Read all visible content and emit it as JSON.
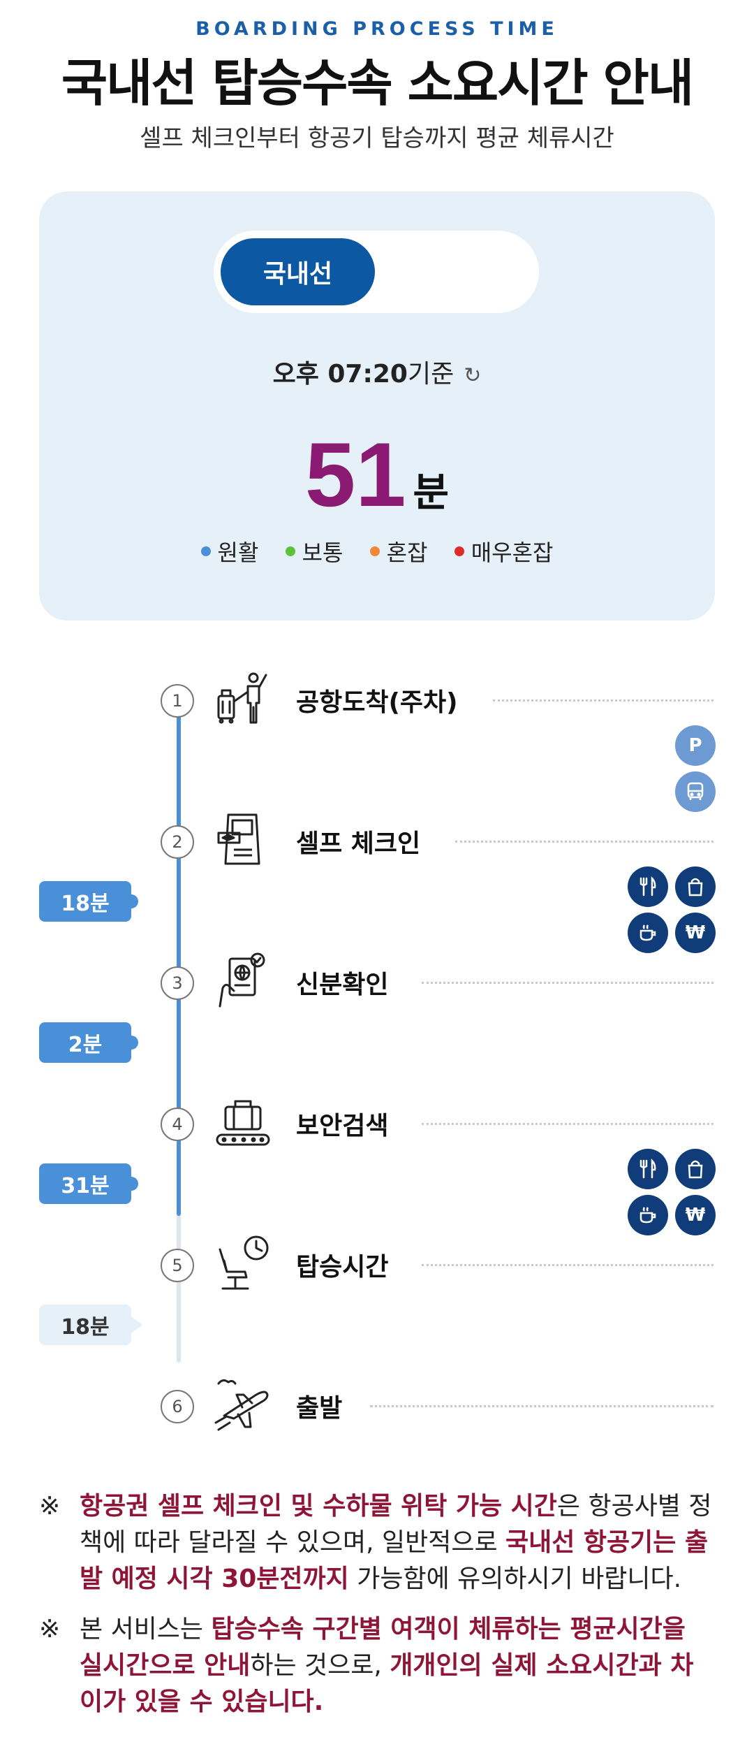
{
  "header": {
    "eyebrow": "BOARDING PROCESS TIME",
    "title": "국내선 탑승수속 소요시간 안내",
    "subtitle": "셀프 체크인부터 항공기 탑승까지 평균 체류시간"
  },
  "card": {
    "tab_domestic": "국내선",
    "basis_time": "오후 07:20",
    "basis_suffix": "기준",
    "refresh_icon": "↻",
    "total_value": "51",
    "total_unit": "분",
    "legend": [
      {
        "label": "원활",
        "color": "#4a90d9"
      },
      {
        "label": "보통",
        "color": "#5cc23a"
      },
      {
        "label": "혼잡",
        "color": "#f0883a"
      },
      {
        "label": "매우혼잡",
        "color": "#e02b2b"
      }
    ]
  },
  "steps": [
    {
      "num": "1",
      "label": "공항도착(주차)",
      "icon": "traveler-luggage-icon"
    },
    {
      "num": "2",
      "label": "셀프 체크인",
      "icon": "kiosk-icon"
    },
    {
      "num": "3",
      "label": "신분확인",
      "icon": "id-check-icon"
    },
    {
      "num": "4",
      "label": "보안검색",
      "icon": "security-scanner-icon"
    },
    {
      "num": "5",
      "label": "탑승시간",
      "icon": "seat-clock-icon"
    },
    {
      "num": "6",
      "label": "출발",
      "icon": "airplane-departure-icon"
    }
  ],
  "durations": [
    "18분",
    "2분",
    "31분",
    "18분"
  ],
  "facility_icons": {
    "parking": "P",
    "bus": "bus-icon",
    "restaurant": "restaurant-icon",
    "shopping": "shopping-bag-icon",
    "cafe": "cafe-icon",
    "currency": "₩"
  },
  "notes": {
    "mark": "※",
    "n1_hl1": "항공권 셀프 체크인 및 수하물 위탁 가능 시간",
    "n1_t1": "은 항공사별 정책에 따라 달라질 수 있으며, 일반적으로 ",
    "n1_hl2": "국내선 항공기는 출발 예정 시각 30분전까지",
    "n1_t2": " 가능함에 유의하시기 바랍니다.",
    "n2_t1": "본 서비스는 ",
    "n2_hl1": "탑승수속 구간별 여객이 체류하는 평균시간을 실시간으로 안내",
    "n2_t2": "하는 것으로, ",
    "n2_hl2": "개개인의 실제 소요시간과 차이가 있을 수 있습니다."
  }
}
